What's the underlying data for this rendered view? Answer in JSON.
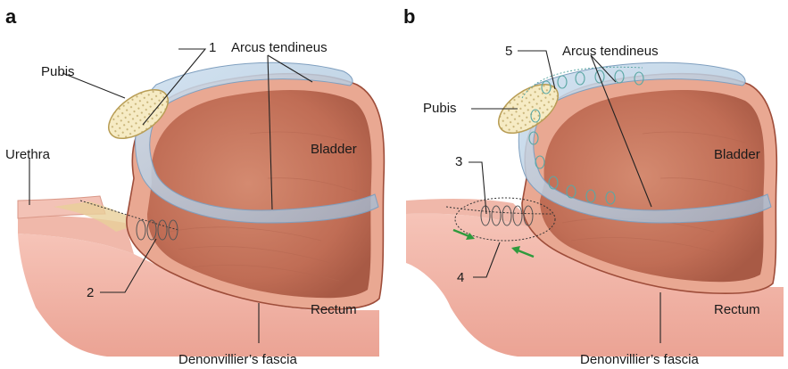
{
  "panels": [
    {
      "letter": "a",
      "labels": {
        "pubis": "Pubis",
        "urethra": "Urethra",
        "one": "1",
        "arcus": "Arcus tendineus",
        "bladder": "Bladder",
        "two": "2",
        "rectum": "Rectum",
        "denon": "Denonvillier’s fascia"
      }
    },
    {
      "letter": "b",
      "labels": {
        "five": "5",
        "arcus": "Arcus tendineus",
        "pubis": "Pubis",
        "bladder": "Bladder",
        "three": "3",
        "four": "4",
        "rectum": "Rectum",
        "denon": "Denonvillier’s fascia"
      }
    }
  ],
  "colors": {
    "bladder_outer": "#e8a58f",
    "bladder_inner": "#c97a62",
    "rectum": "#f1b2a6",
    "arcus_band": "#b9cfe3",
    "pubis_bone": "#f3e6b8",
    "suture": "#5aa7a4",
    "arrow": "#2e9a3c"
  }
}
